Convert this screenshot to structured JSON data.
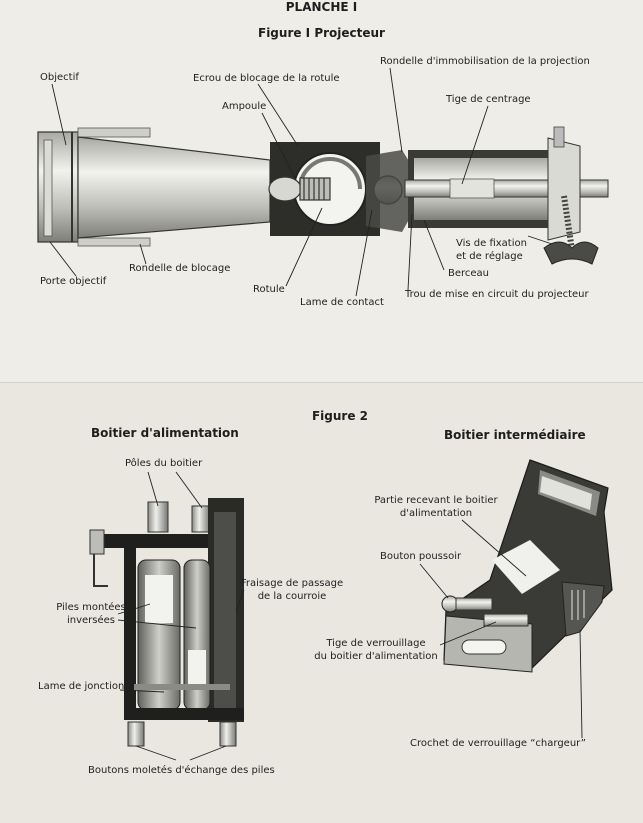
{
  "plate_title": "PLANCHE I",
  "fig1": {
    "title": "Figure I Projecteur",
    "labels": {
      "objectif": "Objectif",
      "ecrou": "Ecrou de blocage de la rotule",
      "rondelle_immo": "Rondelle d'immobilisation de la projection",
      "ampoule": "Ampoule",
      "tige_centrage": "Tige de centrage",
      "vis_fixation": "Vis de fixation",
      "et_reglage": "et de réglage",
      "berceau": "Berceau",
      "porte_objectif": "Porte objectif",
      "rondelle_blocage": "Rondelle de blocage",
      "rotule": "Rotule",
      "lame_contact": "Lame de contact",
      "trou_mise": "Trou de mise en circuit du projecteur"
    }
  },
  "fig2": {
    "title": "Figure 2",
    "left_title": "Boitier d'alimentation",
    "right_title": "Boitier intermédiaire",
    "left_labels": {
      "poles": "Pôles du boitier",
      "fraisage_1": "Fraisage de passage",
      "fraisage_2": "de la courroie",
      "piles_1": "Piles montées",
      "piles_2": "inversées",
      "lame_jonction": "Lame de jonction",
      "boutons": "Boutons moletés d'échange des piles"
    },
    "right_labels": {
      "partie_1": "Partie recevant le boitier",
      "partie_2": "d'alimentation",
      "bouton": "Bouton poussoir",
      "tige_1": "Tige de verrouillage",
      "tige_2": "du boitier d'alimentation",
      "crochet": "Crochet de verrouillage “chargeur”"
    }
  }
}
